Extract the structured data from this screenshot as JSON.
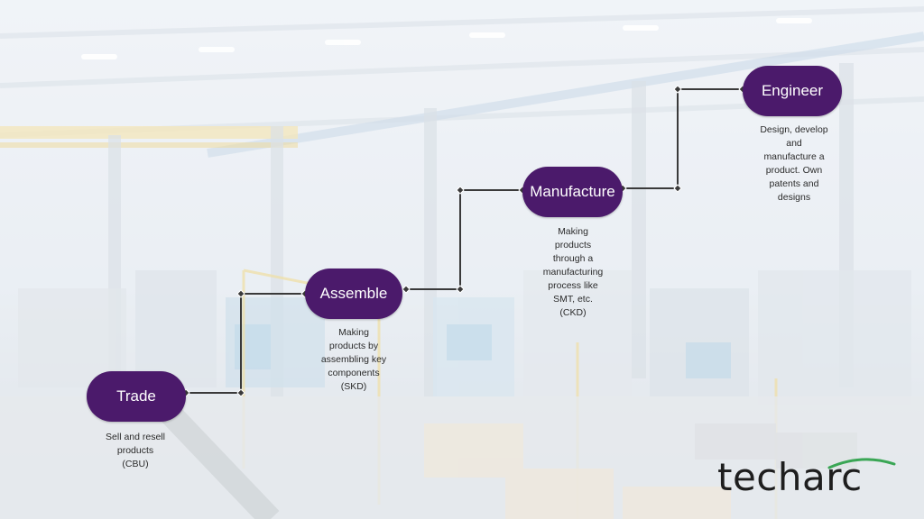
{
  "diagram": {
    "stages": [
      {
        "id": "trade",
        "label": "Trade",
        "description": [
          "Sell and resell",
          "products",
          "(CBU)"
        ]
      },
      {
        "id": "assemble",
        "label": "Assemble",
        "description": [
          "Making",
          "products by",
          "assembling key",
          "components",
          "(SKD)"
        ]
      },
      {
        "id": "manufacture",
        "label": "Manufacture",
        "description": [
          "Making",
          "products",
          "through a",
          "manufacturing",
          "process like",
          "SMT, etc.",
          "(CKD)"
        ]
      },
      {
        "id": "engineer",
        "label": "Engineer",
        "description": [
          "Design, develop",
          "and",
          "manufacture a",
          "product.  Own",
          "patents and",
          "designs"
        ]
      }
    ],
    "colors": {
      "pill": "#4b1a6b",
      "pill_text": "#ffffff",
      "connector": "#3a3a3a",
      "description_text": "#2b2b2b"
    }
  },
  "logo": {
    "text": "techarc",
    "swoosh_color": "#3aa655"
  },
  "background": {
    "subject": "factory-floor-photo"
  }
}
